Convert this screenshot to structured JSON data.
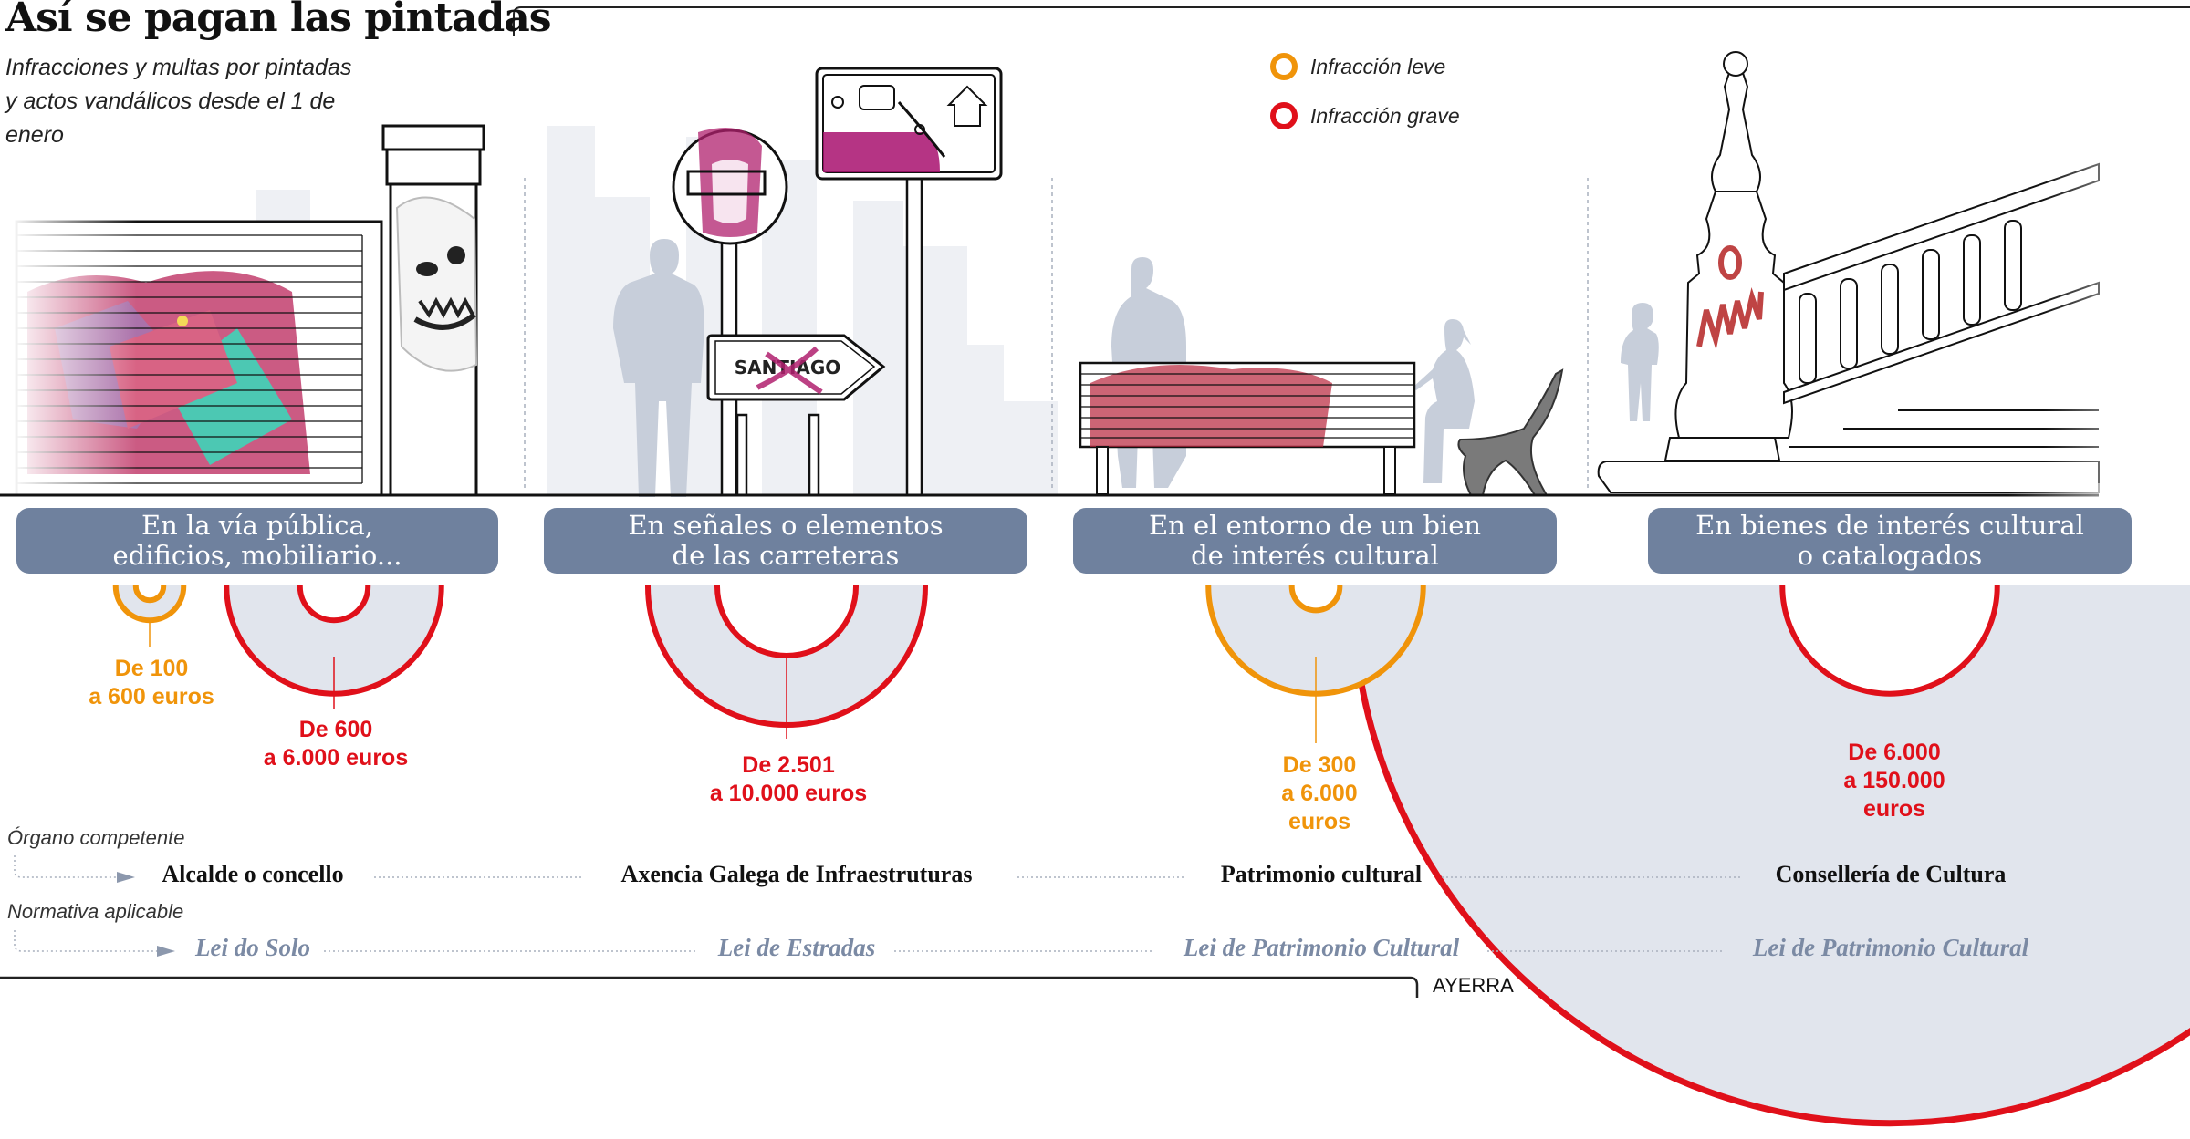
{
  "header": {
    "title": "Así se pagan las pintadas",
    "subtitle": "Infracciones y multas por pintadas y actos vandálicos desde el 1 de enero"
  },
  "legend": [
    {
      "label": "Infracción leve",
      "color": "#f0940a",
      "type": "leve"
    },
    {
      "label": "Infracción grave",
      "color": "#e0101a",
      "type": "grave"
    }
  ],
  "colors": {
    "leve": "#f0940a",
    "grave": "#e0101a",
    "fill": "#e1e5ed",
    "pill": "#6f819e",
    "law_text": "#7b8aa4"
  },
  "chart_data": {
    "type": "proportional-semicircles",
    "title": "Así se pagan las pintadas",
    "subtitle": "Infracciones y multas por pintadas y actos vandálicos desde el 1 de enero",
    "unit": "euros",
    "legend": [
      "Infracción leve",
      "Infracción grave"
    ],
    "categories": [
      "En la vía pública, edificios, mobiliario...",
      "En señales o elementos de las carreteras",
      "En el entorno de un bien de interés cultural",
      "En bienes de interés cultural o catalogados"
    ],
    "series": [
      {
        "category": 0,
        "severity": "leve",
        "min": 100,
        "max": 600,
        "label_line1": "De 100",
        "label_line2": "a 600 euros"
      },
      {
        "category": 0,
        "severity": "grave",
        "min": 600,
        "max": 6000,
        "label_line1": "De 600",
        "label_line2": "a 6.000 euros"
      },
      {
        "category": 1,
        "severity": "grave",
        "min": 2501,
        "max": 10000,
        "label_line1": "De 2.501",
        "label_line2": "a 10.000 euros"
      },
      {
        "category": 2,
        "severity": "leve",
        "min": 300,
        "max": 6000,
        "label_line1": "De 300",
        "label_line2": "a 6.000",
        "label_line3": "euros"
      },
      {
        "category": 3,
        "severity": "grave",
        "min": 6000,
        "max": 150000,
        "label_line1": "De 6.000",
        "label_line2": "a 150.000",
        "label_line3": "euros"
      }
    ]
  },
  "sections": [
    {
      "line1": "En la vía pública,",
      "line2": "edificios, mobiliario...",
      "organ": "Alcalde o concello",
      "law": "Lei do Solo"
    },
    {
      "line1": "En señales o elementos",
      "line2": "de las carreteras",
      "organ": "Axencia Galega de Infraestruturas",
      "law": "Lei de Estradas"
    },
    {
      "line1": "En el entorno de un bien",
      "line2": "de interés cultural",
      "organ": "Patrimonio cultural",
      "law": "Lei de Patrimonio Cultural"
    },
    {
      "line1": "En bienes de interés cultural",
      "line2": "o catalogados",
      "organ": "Consellería de Cultura",
      "law": "Lei de Patrimonio Cultural"
    }
  ],
  "illustrations": {
    "sign_text": "SANTIAGO"
  },
  "rows": {
    "organ_title": "Órgano competente",
    "law_title": "Normativa aplicable"
  },
  "credit": "AYERRA"
}
